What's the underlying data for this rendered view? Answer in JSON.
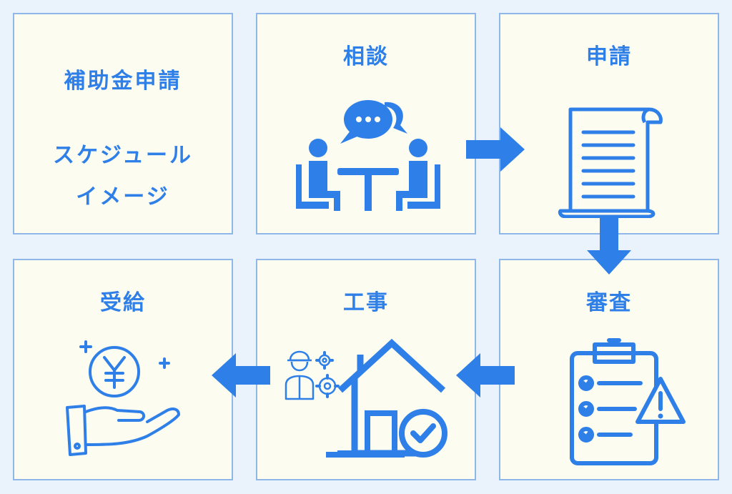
{
  "cover": {
    "title": "補助金申請",
    "line1": "スケジュール",
    "line2": "イメージ"
  },
  "steps": [
    {
      "label": "相談",
      "icon": "meeting-icon"
    },
    {
      "label": "申請",
      "icon": "document-scroll-icon"
    },
    {
      "label": "審査",
      "icon": "clipboard-check-icon"
    },
    {
      "label": "工事",
      "icon": "house-construction-icon"
    },
    {
      "label": "受給",
      "icon": "yen-hand-icon"
    }
  ],
  "colors": {
    "accent": "#2e7fe8",
    "box_fill": "#fdfcf0",
    "box_border": "#8fb7e8",
    "background": "#eaf2fb"
  }
}
